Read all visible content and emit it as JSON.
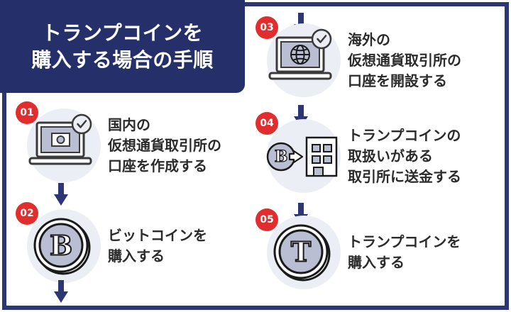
{
  "banner": {
    "line1": "トランプコインを",
    "line2": "購入する場合の手順"
  },
  "colors": {
    "navy": "#25306b",
    "frame_navy": "#2b3672",
    "badge_red": "#e12d2d",
    "disc_grey": "#eceef5",
    "icon_fill": "#b9bed2",
    "icon_outline": "#3a3a3a",
    "text": "#2b2b2b"
  },
  "steps": [
    {
      "number": "01",
      "icon": "laptop-check-icon",
      "lines": [
        "国内の",
        "仮想通貨取引所の",
        "口座を作成する"
      ]
    },
    {
      "number": "02",
      "icon": "bitcoin-coin-icon",
      "coin_letter": "B",
      "lines": [
        "ビットコインを",
        "購入する"
      ]
    },
    {
      "number": "03",
      "icon": "laptop-globe-check-icon",
      "lines": [
        "海外の",
        "仮想通貨取引所の",
        "口座を開設する"
      ]
    },
    {
      "number": "04",
      "icon": "coin-to-building-icon",
      "coin_letter": "B",
      "lines": [
        "トランプコインの",
        "取扱いがある",
        "取引所に送金する"
      ]
    },
    {
      "number": "05",
      "icon": "trump-coin-icon",
      "coin_letter": "T",
      "lines": [
        "トランプコインを",
        "購入する"
      ]
    }
  ],
  "arrows": [
    {
      "name": "arrow-step01-to-step02"
    },
    {
      "name": "arrow-step02-to-step03"
    },
    {
      "name": "arrow-step03-top"
    },
    {
      "name": "arrow-step03-to-step04"
    },
    {
      "name": "arrow-step04-to-step05"
    }
  ]
}
